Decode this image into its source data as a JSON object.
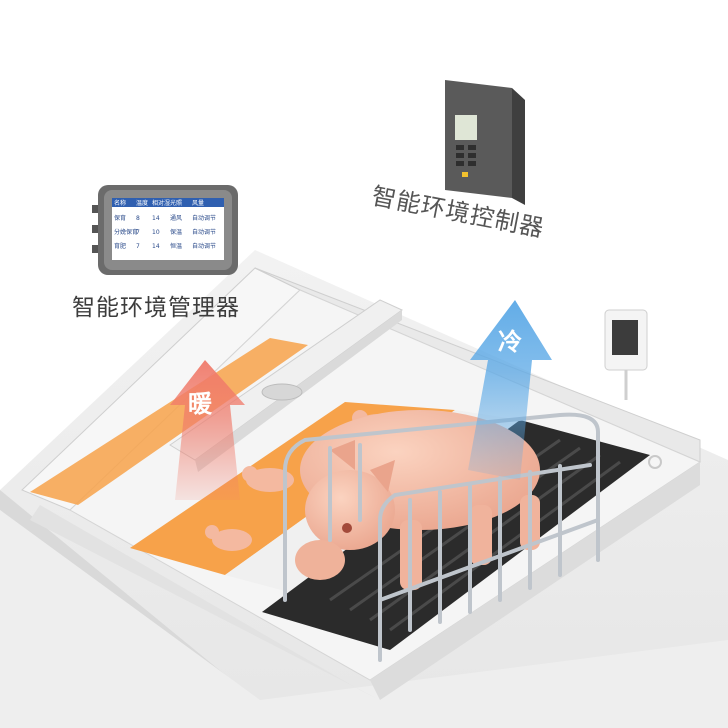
{
  "labels": {
    "manager": "智能环境管理器",
    "controller": "智能环境控制器",
    "warm": "暖",
    "cold": "冷"
  },
  "manager_screen": {
    "header": [
      "名称",
      "温度",
      "相对湿",
      "光照",
      "风量"
    ],
    "rows": [
      [
        "保育",
        "8",
        "14",
        "通风",
        "自动调节"
      ],
      [
        "分娩保育",
        "7",
        "10",
        "保温",
        "自动调节"
      ],
      [
        "育肥",
        "7",
        "14",
        "恒温",
        "自动调节"
      ]
    ]
  },
  "colors": {
    "warm": "#f07a6a",
    "cold": "#5aa8e6",
    "heat_pad": "#f7a24a",
    "slat": "#2b2b2b",
    "pig": "#f4b9a0",
    "device": "#5a5a5a"
  },
  "icons": {
    "warm_arrow": "up-arrow-icon",
    "cold_arrow": "up-arrow-icon",
    "sensor": "temperature-sensor-icon"
  }
}
